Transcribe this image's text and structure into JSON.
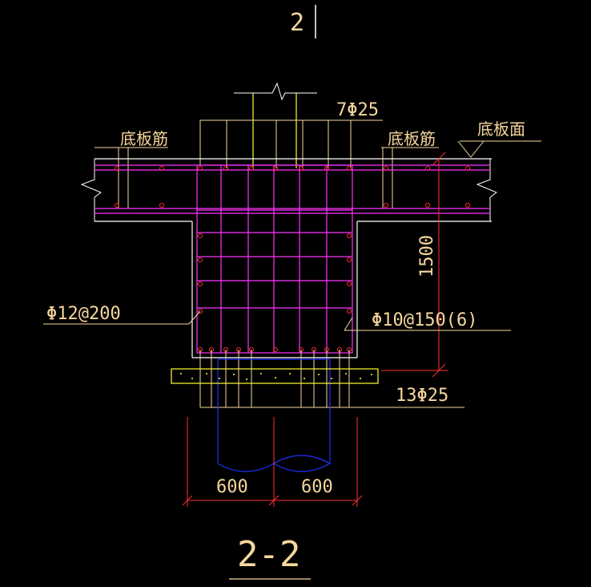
{
  "section_mark_top": "2",
  "labels": {
    "top_rebar": "7Φ25",
    "slab_rebar_left": "底板筋",
    "slab_rebar_right": "底板筋",
    "slab_surface": "底板面",
    "depth_dim": "1500",
    "side_rebar": "Φ12@200",
    "stirrup": "Φ10@150(6)",
    "bottom_rebar": "13Φ25",
    "dim_left": "600",
    "dim_right": "600",
    "section_title": "2-2"
  },
  "colors": {
    "background": "#000000",
    "white": "#ffffff",
    "magenta": "#ff33ff",
    "yellow": "#ffff33",
    "text": "#f7d79c",
    "red": "#ff3030",
    "blue": "#2030ff"
  }
}
